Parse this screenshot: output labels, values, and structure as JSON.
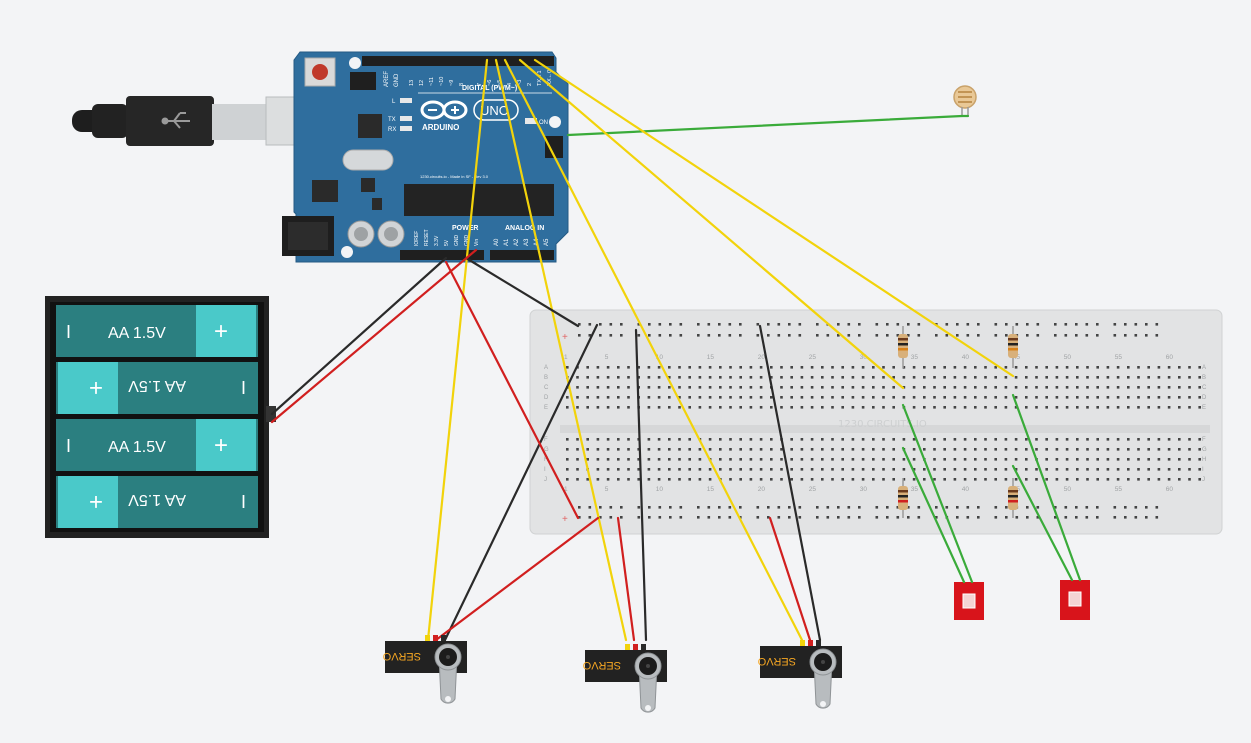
{
  "app": {
    "title": "Circuit editor canvas"
  },
  "arduino": {
    "brand": "ARDUINO",
    "model": "UNO",
    "digital_header": "DIGITAL (PWM~)",
    "power_label": "POWER",
    "analog_label": "ANALOG IN",
    "on_label": "ON",
    "led_l": "L",
    "led_tx": "TX",
    "led_rx": "RX",
    "aref": "AREF",
    "gnd": "GND",
    "pins_top": [
      "13",
      "12",
      "~11",
      "~10",
      "~9",
      "8",
      "7",
      "~6",
      "~5",
      "4",
      "~3",
      "2",
      "TX→1",
      "RX←0"
    ],
    "pins_power": [
      "IOREF",
      "RESET",
      "3.3V",
      "5V",
      "GND",
      "GND",
      "Vin"
    ],
    "pins_analog": [
      "A0",
      "A1",
      "A2",
      "A3",
      "A4",
      "A5"
    ],
    "fine_print": "1230.circuits.io - Made in SF - Rev 3.0"
  },
  "battery_pack": {
    "cells": [
      {
        "label": "AA 1.5V",
        "minus": "I",
        "plus": "+",
        "flipped": false
      },
      {
        "label": "AA 1.5V",
        "minus": "I",
        "plus": "+",
        "flipped": true
      },
      {
        "label": "AA 1.5V",
        "minus": "I",
        "plus": "+",
        "flipped": false
      },
      {
        "label": "AA 1.5V",
        "minus": "I",
        "plus": "+",
        "flipped": true
      }
    ]
  },
  "breadboard": {
    "watermark": "1230.CIRCUITS.IO",
    "col_numbers": [
      "1",
      "5",
      "10",
      "15",
      "20",
      "25",
      "30",
      "35",
      "40",
      "45",
      "50",
      "55",
      "60"
    ],
    "rows_top": [
      "A",
      "B",
      "C",
      "D",
      "E"
    ],
    "rows_bottom": [
      "F",
      "G",
      "H",
      "I",
      "J"
    ],
    "plus_sign": "+",
    "minus_sign": "−"
  },
  "servos": [
    {
      "label": "SERVO"
    },
    {
      "label": "SERVO"
    },
    {
      "label": "SERVO"
    }
  ],
  "colors": {
    "canvas": "#f3f4f6",
    "board_blue": "#2f6e9e",
    "wire_yellow": "#f2d30b",
    "wire_green": "#3aab3a",
    "wire_red": "#d11f1f",
    "wire_black": "#2a2a2a",
    "battery_teal": "#2b7f80",
    "battery_light": "#4ac9c9",
    "button_red": "#d8141b"
  }
}
